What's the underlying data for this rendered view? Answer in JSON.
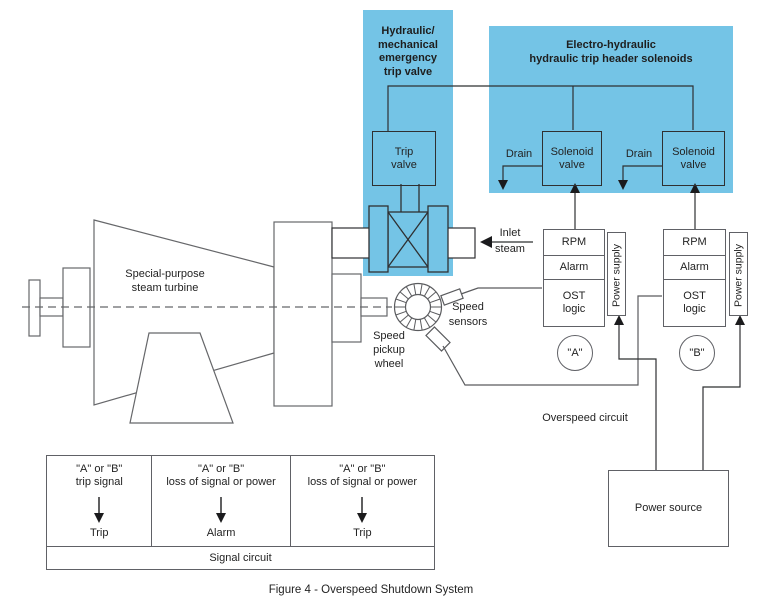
{
  "colors": {
    "highlight_blue": "#74c4e6",
    "line_gray": "#606166",
    "line_dark": "#2f3032",
    "arrow_black": "#1b1b1d"
  },
  "panels": {
    "hydraulic": {
      "title": "Hydraulic/\nmechanical\nemergency\ntrip valve"
    },
    "electro": {
      "title": "Electro-hydraulic\nhydraulic trip header solenoids"
    }
  },
  "boxes": {
    "trip_valve": "Trip\nvalve",
    "solenoid_valve": "Solenoid\nvalve",
    "power_source": "Power source"
  },
  "controller": {
    "rpm": "RPM",
    "alarm": "Alarm",
    "ost_logic": "OST\nlogic",
    "power_supply": "Power supply",
    "channel_a": "\"A\"",
    "channel_b": "\"B\""
  },
  "labels": {
    "drain": "Drain",
    "inlet_steam": "Inlet\nsteam",
    "turbine": "Special-purpose\nsteam turbine",
    "speed_pickup_wheel": "Speed\npickup\nwheel",
    "speed_sensors": "Speed\nsensors",
    "overspeed_circuit": "Overspeed circuit"
  },
  "signal_table": {
    "columns": [
      {
        "condition": "\"A\" or \"B\"\ntrip signal",
        "result": "Trip"
      },
      {
        "condition": "\"A\" or \"B\"\nloss of signal or power",
        "result": "Alarm"
      },
      {
        "condition": "\"A\" or \"B\"\nloss of signal or power",
        "result": "Trip"
      }
    ],
    "footer": "Signal circuit"
  },
  "caption": "Figure 4 - Overspeed Shutdown System"
}
